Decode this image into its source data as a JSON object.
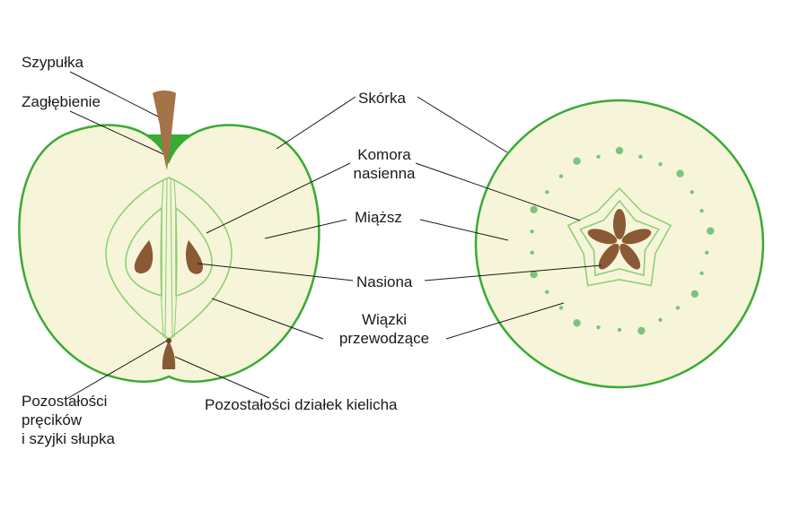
{
  "labels": {
    "szypulka": "Szypułka",
    "zaglebienie": "Zagłębienie",
    "skorka": "Skórka",
    "komora_line1": "Komora",
    "komora_line2": "nasienna",
    "miazsz": "Miąższ",
    "nasiona": "Nasiona",
    "wiazki_line1": "Wiązki",
    "wiazki_line2": "przewodzące",
    "pozostalosci_line1": "Pozostałości",
    "pozostalosci_line2": "pręcików",
    "pozostalosci_line3": "i szyjki słupka",
    "dzialki": "Pozostałości działek kielicha"
  },
  "colors": {
    "skin_green": "#3aaa35",
    "flesh": "#f7f5d9",
    "bundle_light_green": "#8fcf7a",
    "dot_green": "#7bc47f",
    "seed_brown": "#8a5a34",
    "stem_brown": "#a47448",
    "leader_line": "#1a1a1a"
  }
}
